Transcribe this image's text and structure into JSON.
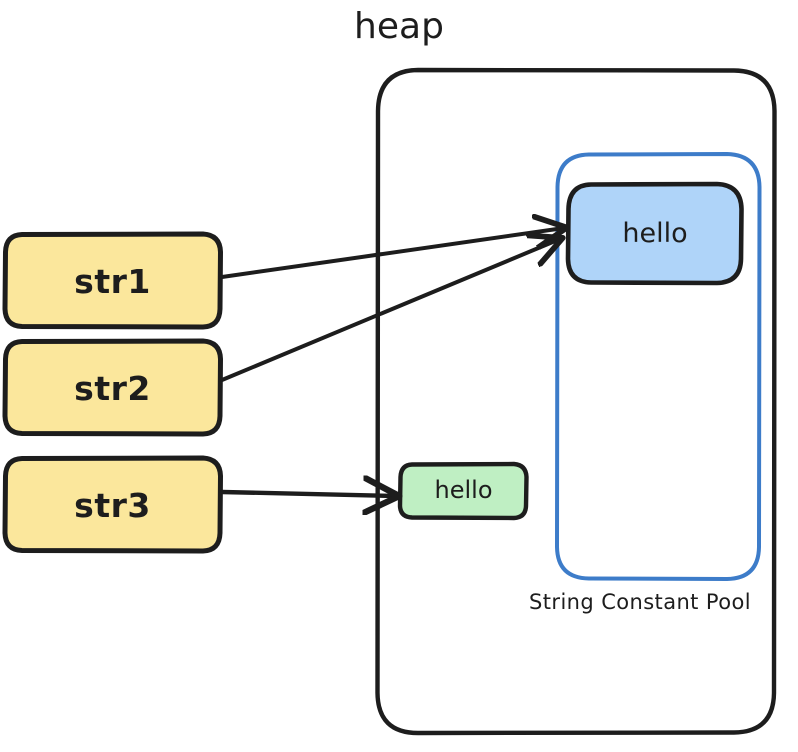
{
  "diagram": {
    "title": "heap",
    "background_color": "#ffffff",
    "ink_color": "#1d1d1d",
    "stack_variables": [
      {
        "id": "str1",
        "label": "str1",
        "fill": "#fbe79c",
        "stroke": "#1d1d1d"
      },
      {
        "id": "str2",
        "label": "str2",
        "fill": "#fbe79c",
        "stroke": "#1d1d1d"
      },
      {
        "id": "str3",
        "label": "str3",
        "fill": "#fbe79c",
        "stroke": "#1d1d1d"
      }
    ],
    "heap": {
      "label": "heap",
      "stroke": "#1d1d1d",
      "pool": {
        "label": "String Constant Pool",
        "stroke": "#3d7cc9",
        "interned_string": {
          "label": "hello",
          "fill": "#afd4f9",
          "stroke": "#1d1d1d"
        }
      },
      "heap_object": {
        "label": "hello",
        "fill": "#bfefc3",
        "stroke": "#1d1d1d"
      }
    },
    "arrows": [
      {
        "id": "str1-to-pool-hello",
        "from": "str1",
        "to": "pool-hello-box"
      },
      {
        "id": "str2-to-pool-hello",
        "from": "str2",
        "to": "pool-hello-box"
      },
      {
        "id": "str3-to-heap-hello",
        "from": "str3",
        "to": "heap-hello-box"
      }
    ]
  }
}
